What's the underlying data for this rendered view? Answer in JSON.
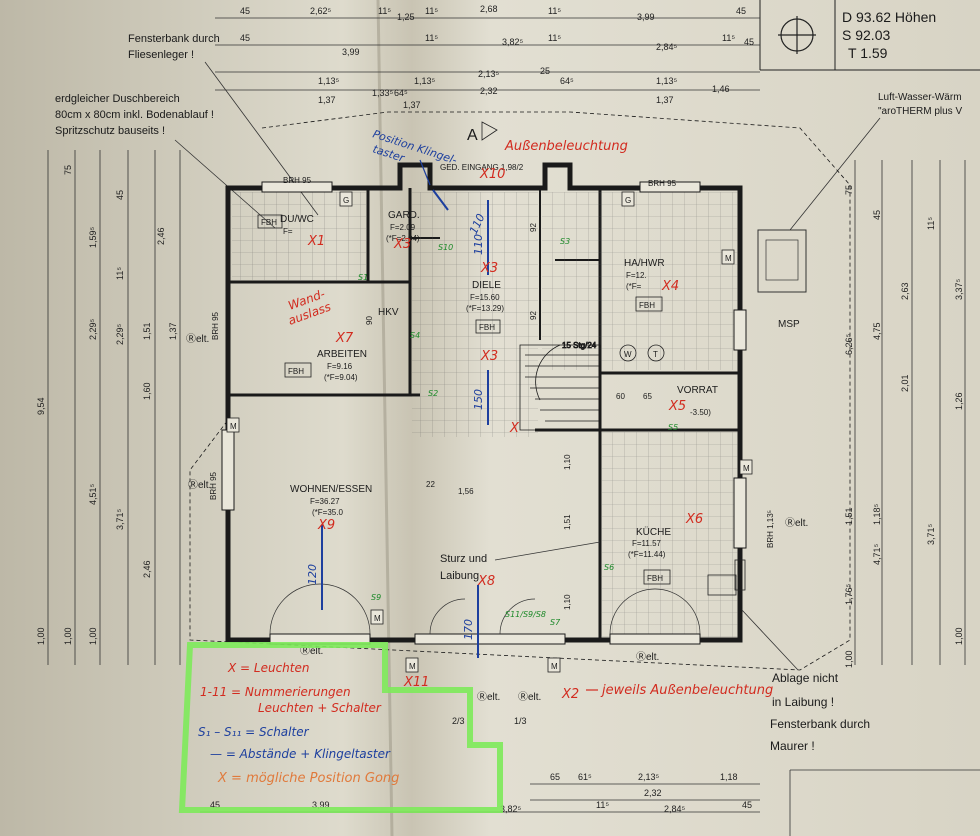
{
  "header": {
    "line1": "D 93.62 Höhen",
    "line2": "S 92.03",
    "line3": "T 1.59"
  },
  "top_dims": {
    "row1": [
      "45",
      "2,62⁵",
      "11⁵",
      "1,25",
      "11⁵",
      "2,68",
      "11⁵",
      "3,99",
      "45"
    ],
    "row2": [
      "45",
      "3,99",
      "11⁵",
      "3,82⁵",
      "11⁵",
      "2,84⁵",
      "11⁵",
      "45"
    ],
    "row3": [
      "1,13⁵",
      "1,33⁵",
      "64⁵",
      "1,13⁵",
      "2,13⁵",
      "25",
      "64⁵",
      "1,13⁵",
      "1,37"
    ],
    "row4": [
      "1,37",
      "2,32",
      "1,37",
      "1,46"
    ]
  },
  "left_notes": {
    "fensterbank": [
      "Fensterbank durch",
      "Fliesenleger !"
    ],
    "dusch": [
      "erdgleicher Duschbereich",
      "80cm x 80cm inkl. Bodenablauf !",
      "Spritzschutz bauseits !"
    ]
  },
  "right_notes": {
    "heatpump": [
      "Luft-Wasser-Wärm",
      "\"aroTHERM plus V"
    ],
    "ablage": [
      "Ablage nicht",
      "in Laibung !",
      "Fensterbank durch",
      "Maurer !"
    ]
  },
  "rooms": {
    "dusche": {
      "name": "DU/WC",
      "f": "F=",
      "fbh": "FBH"
    },
    "gard": {
      "name": "GARD.",
      "f": "F=2.09",
      "f2": "(*F=2.04)"
    },
    "eingang": {
      "name": "GED. EINGANG 1,98/2"
    },
    "diele": {
      "name": "DIELE",
      "f": "F=15.60",
      "f2": "(*F=13.29)",
      "fbh": "FBH"
    },
    "ha_hwr": {
      "name": "HA/HWR",
      "f": "F=12.",
      "f2": "(*F=",
      "fbh": "FBH"
    },
    "arbeiten": {
      "name": "ARBEITEN",
      "f": "F=9.16",
      "f2": "(*F=9.04)",
      "fbh": "FBH"
    },
    "vorrat": {
      "name": "VORRAT",
      "f": "-3.50)"
    },
    "wohnen": {
      "name": "WOHNEN/ESSEN",
      "f": "F=36.27",
      "f2": "(*F=35.0"
    },
    "kueche": {
      "name": "KÜCHE",
      "f": "F=11.57",
      "f2": "(*F=11.44)",
      "fbh": "FBH"
    }
  },
  "plan_labels": {
    "brh95_a": "BRH 95",
    "brh95_b": "BRH 95",
    "brh95_c": "BRH 95",
    "brh95_d": "BRH 95",
    "brh1135": "BRH 1,13⁵",
    "relt": "Ⓡelt.",
    "hkv": "HKV",
    "msp": "MSP",
    "stairs": "15 Stg/24",
    "sturz": [
      "Sturz und",
      "Laibung"
    ],
    "section_a": "A",
    "w": "W",
    "t": "T",
    "m": "M",
    "g": "G",
    "dim_60": "60",
    "dim_65": "65",
    "dim_22": "22",
    "dim_156": "1,56",
    "dim_110a": "1,10",
    "dim_151": "1,51",
    "dim_110b": "1,10",
    "dim_90": "90",
    "dim_92a": "92",
    "dim_92b": "92",
    "dim_23": "2/3",
    "dim_13": "1/3"
  },
  "left_dims": [
    "9,54",
    "4,51⁵",
    "3,71⁵",
    "2,46",
    "1,00",
    "1,00",
    "1,00",
    "2,29⁵",
    "2,29⁵",
    "1,60",
    "1,51",
    "1,37",
    "2,46",
    "1,59⁵",
    "11⁵",
    "75",
    "45"
  ],
  "right_dims": [
    "6,26⁵",
    "4,75",
    "2,63",
    "3,37⁵",
    "4,71⁵",
    "3,71⁵",
    "1,51",
    "1,18⁵",
    "2,01",
    "1,76⁵",
    "1,00",
    "1,00",
    "1,26",
    "75",
    "45",
    "11⁵"
  ],
  "bottom_dims": {
    "row1": [
      "65",
      "61⁵",
      "2,13⁵",
      "1,18"
    ],
    "row2": [
      "2,32"
    ],
    "row3": [
      "45",
      "3,99",
      "3,82⁵",
      "11⁵",
      "2,84⁵",
      "45"
    ]
  },
  "annotations": {
    "position_klingel": [
      "Position Klingel-",
      "taster"
    ],
    "aussenbeleuchtung": "Außenbeleuchtung",
    "wandauslass": [
      "Wand-",
      "auslass"
    ],
    "jeweils": "jeweils Außenbeleuchtung",
    "marks": [
      "X10",
      "X3",
      "X4",
      "X7",
      "X3",
      "X3",
      "X5",
      "X9",
      "X6",
      "X8",
      "X11",
      "X2",
      "X1",
      "X"
    ],
    "switches": [
      "S10",
      "S1",
      "S3",
      "S4",
      "S2",
      "S5",
      "S6",
      "S9",
      "S11/S9/S8",
      "S7"
    ],
    "dist": [
      "110",
      "150",
      "120",
      "170",
      "110"
    ]
  },
  "legend": {
    "line1": "X = Leuchten",
    "line2a": "1-11 = Nummerierungen",
    "line2b": "Leuchten + Schalter",
    "line3": "S₁ – S₁₁ = Schalter",
    "line4": "— = Abstände + Klingeltaster",
    "line5": "X = mögliche Position Gong"
  },
  "colors": {
    "paper": "#d6d1c1",
    "ink": "#1a1a1a",
    "red": "#d22b1f",
    "blue": "#1d3f9e",
    "green": "#1e8a2a",
    "highlight": "#7dea5a",
    "orange": "#e07a3c"
  }
}
